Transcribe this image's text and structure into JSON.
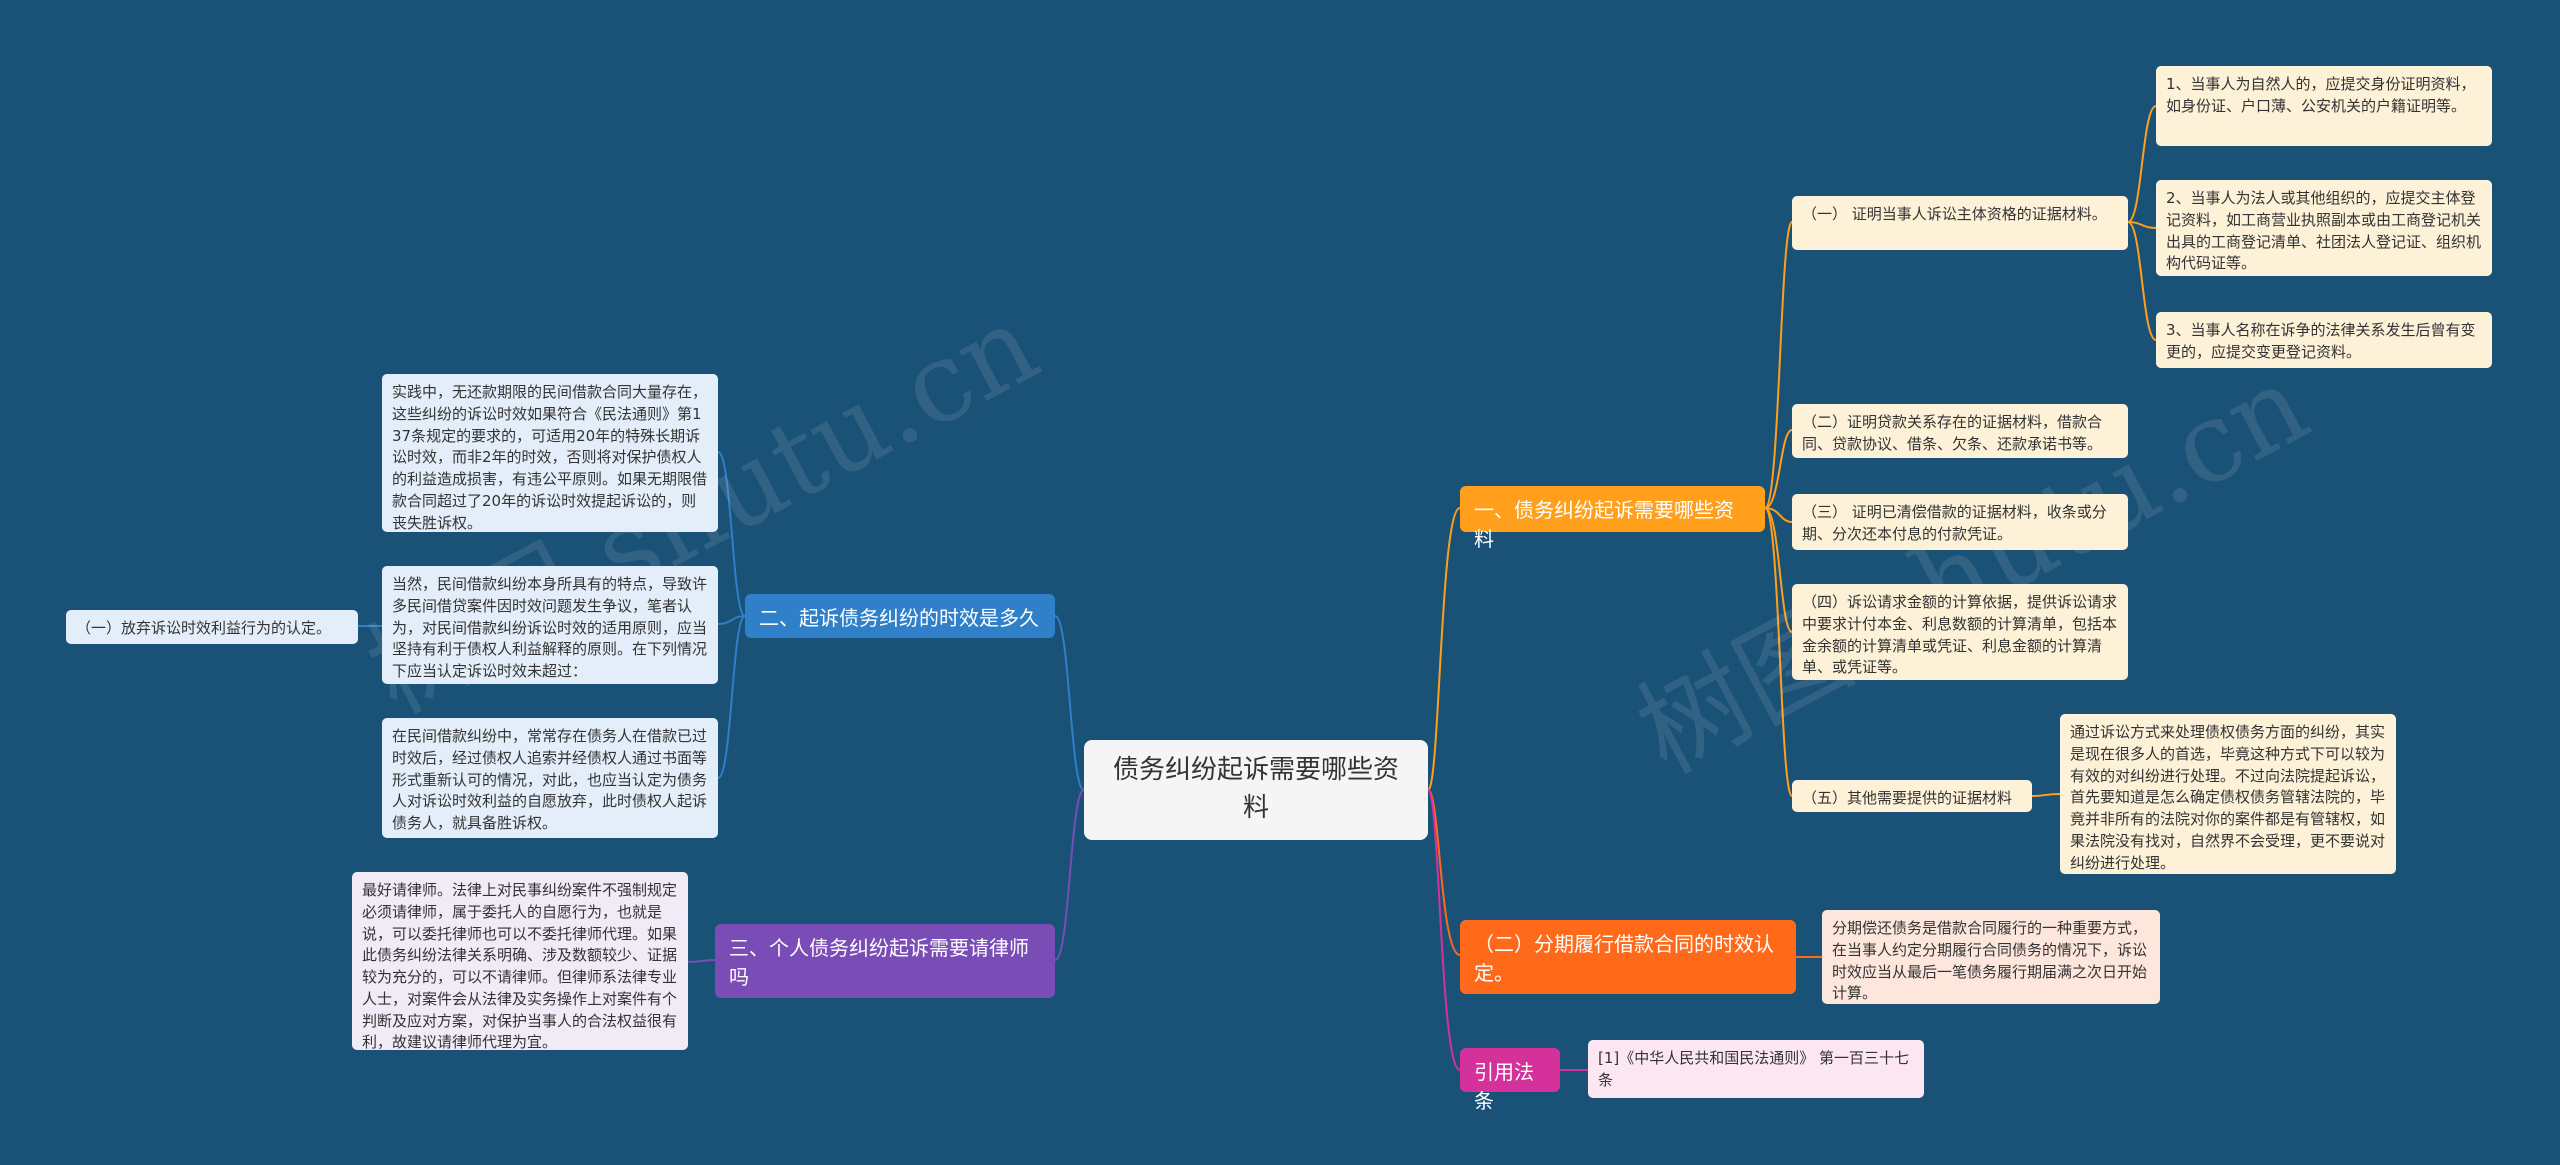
{
  "watermarks": [
    "树图 shutu.cn",
    "树图 shutu.cn"
  ],
  "center": {
    "label": "债务纠纷起诉需要哪些资料"
  },
  "branch1": {
    "label": "一、债务纠纷起诉需要哪些资料",
    "color": "#ff9f1c",
    "sub1": {
      "label": "（一） 证明当事人诉讼主体资格的证据材料。",
      "items": [
        "1、当事人为自然人的，应提交身份证明资料，如身份证、户口薄、公安机关的户籍证明等。",
        "2、当事人为法人或其他组织的，应提交主体登记资料，如工商营业执照副本或由工商登记机关出具的工商登记清单、社团法人登记证、组织机构代码证等。",
        "3、当事人名称在诉争的法律关系发生后曾有变更的，应提交变更登记资料。"
      ]
    },
    "sub2": "（二）证明贷款关系存在的证据材料，借款合同、贷款协议、借条、欠条、还款承诺书等。",
    "sub3": "（三） 证明已清偿借款的证据材料，收条或分期、分次还本付息的付款凭证。",
    "sub4": "（四）诉讼请求金额的计算依据，提供诉讼请求中要求计付本金、利息数额的计算清单，包括本金余额的计算清单或凭证、利息金额的计算清单、或凭证等。",
    "sub5": {
      "label": "（五）其他需要提供的证据材料",
      "detail": "通过诉讼方式来处理债权债务方面的纠纷，其实是现在很多人的首选，毕竟这种方式下可以较为有效的对纠纷进行处理。不过向法院提起诉讼，首先要知道是怎么确定债权债务管辖法院的，毕竟并非所有的法院对你的案件都是有管辖权，如果法院没有找对，自然界不会受理，更不要说对纠纷进行处理。"
    }
  },
  "branch2": {
    "label": "二、起诉债务纠纷的时效是多久",
    "color": "#2f7fc9",
    "items": [
      "实践中，无还款期限的民间借款合同大量存在，这些纠纷的诉讼时效如果符合《民法通则》第137条规定的要求的，可适用20年的特殊长期诉讼时效，而非2年的时效，否则将对保护债权人的利益造成损害，有违公平原则。如果无期限借款合同超过了20年的诉讼时效提起诉讼的，则丧失胜诉权。",
      "当然，民间借款纠纷本身所具有的特点，导致许多民间借贷案件因时效问题发生争议，笔者认为，对民间借款纠纷诉讼时效的适用原则，应当坚持有利于债权人利益解释的原则。在下列情况下应当认定诉讼时效未超过：",
      "在民间借款纠纷中，常常存在债务人在借款已过时效后，经过债权人追索并经债权人通过书面等形式重新认可的情况，对此，也应当认定为债务人对诉讼时效利益的自愿放弃，此时债权人起诉债务人，就具备胜诉权。"
    ],
    "subleaf": "（一）放弃诉讼时效利益行为的认定。"
  },
  "branch3": {
    "label": "三、个人债务纠纷起诉需要请律师吗",
    "color": "#7a4cb5",
    "detail": "最好请律师。法律上对民事纠纷案件不强制规定必须请律师，属于委托人的自愿行为，也就是说，可以委托律师也可以不委托律师代理。如果此债务纠纷法律关系明确、涉及数额较少、证据较为充分的，可以不请律师。但律师系法律专业人士，对案件会从法律及实务操作上对案件有个判断及应对方案，对保护当事人的合法权益很有利，故建议请律师代理为宜。"
  },
  "branch4": {
    "label": "（二）分期履行借款合同的时效认定。",
    "color": "#ff6a1a",
    "detail": "分期偿还债务是借款合同履行的一种重要方式，在当事人约定分期履行合同债务的情况下，诉讼时效应当从最后一笔债务履行期届满之次日开始计算。"
  },
  "branch5": {
    "label": "引用法条",
    "color": "#d4319b",
    "detail": "[1]《中华人民共和国民法通则》 第一百三十七条"
  }
}
